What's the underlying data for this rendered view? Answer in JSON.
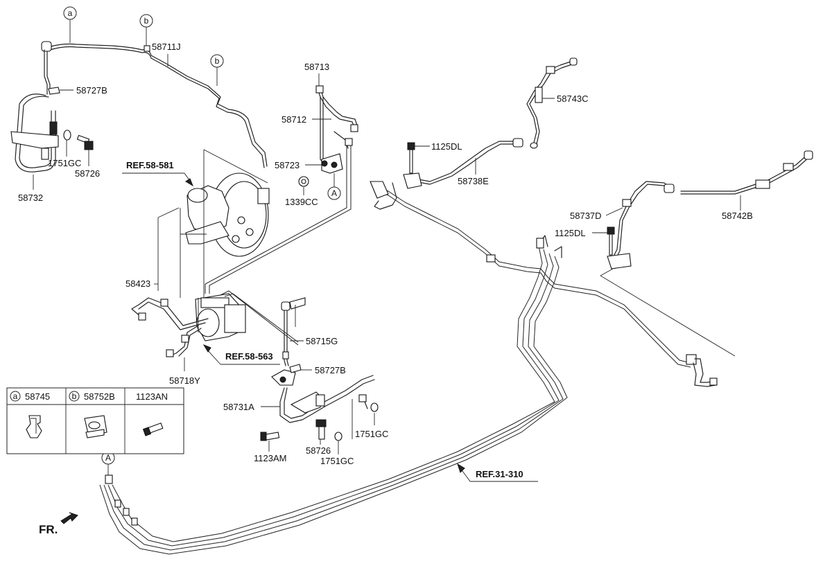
{
  "labels": {
    "p58711J": "58711J",
    "p58727B_top": "58727B",
    "p1751GC_top": "1751GC",
    "p58726_top": "58726",
    "p58732": "58732",
    "p58713": "58713",
    "p58712": "58712",
    "p58723": "58723",
    "p1339CC": "1339CC",
    "p1125DL_a": "1125DL",
    "p58743C": "58743C",
    "p58738E": "58738E",
    "p58737D": "58737D",
    "p1125DL_b": "1125DL",
    "p58742B": "58742B",
    "p58423": "58423",
    "p58718Y": "58718Y",
    "p58715G": "58715G",
    "p58727B_mid": "58727B",
    "p58731A": "58731A",
    "p1751GC_r": "1751GC",
    "p1751GC_b": "1751GC",
    "p58726_b": "58726",
    "p1123AM": "1123AM"
  },
  "refs": {
    "ref1": "REF.58-581",
    "ref2": "REF.58-563",
    "ref3": "REF.31-310"
  },
  "markers": {
    "a": "a",
    "b": "b",
    "A": "A"
  },
  "front_label": "FR.",
  "legend": {
    "col1": {
      "marker": "a",
      "part": "58745"
    },
    "col2": {
      "marker": "b",
      "part": "58752B"
    },
    "col3": {
      "part": "1123AN"
    }
  }
}
